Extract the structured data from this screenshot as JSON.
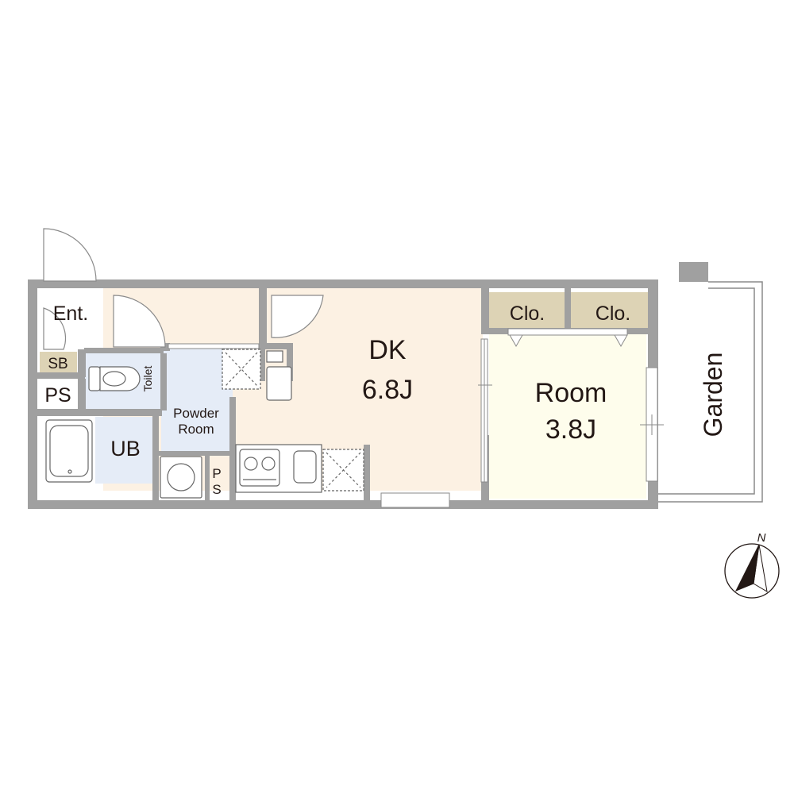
{
  "floor_plan": {
    "rooms": {
      "entrance": "Ent.",
      "shoe_box": "SB",
      "pipe_space_1": "PS",
      "toilet": "Toilet",
      "unit_bath": "UB",
      "powder_room_line1": "Powder",
      "powder_room_line2": "Room",
      "pipe_space_2_line1": "P",
      "pipe_space_2_line2": "S",
      "dk_name": "DK",
      "dk_size": "6.8J",
      "closet_1": "Clo.",
      "closet_2": "Clo.",
      "room_name": "Room",
      "room_size": "3.8J",
      "garden": "Garden"
    },
    "compass": {
      "north_label": "N"
    },
    "colors": {
      "wall": "#a0a0a0",
      "dk_floor": "#fcf1e3",
      "room_floor": "#fefdec",
      "wet_area": "#e5ecf7",
      "storage": "#ddd3b5",
      "fixture_line": "#666666",
      "text": "#231815"
    }
  }
}
